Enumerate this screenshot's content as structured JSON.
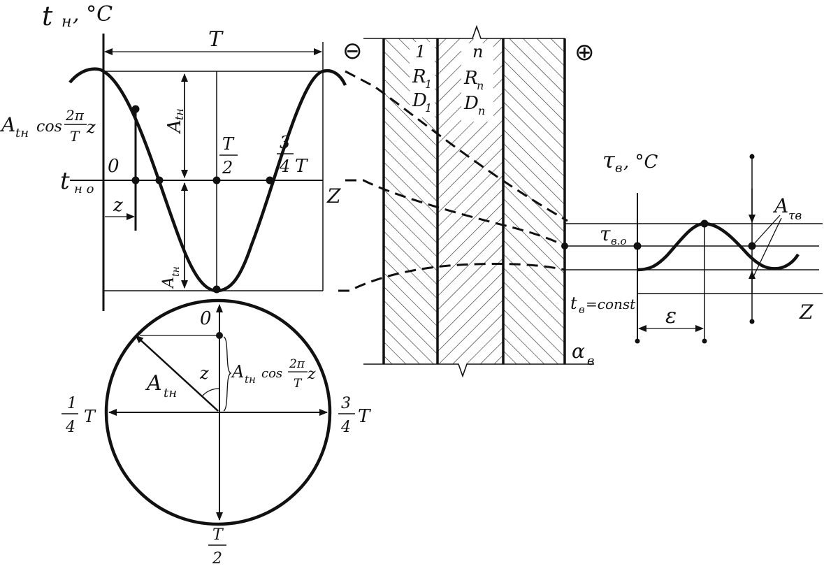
{
  "colors": {
    "ink": "#111111",
    "background": "#ffffff",
    "hatch": "#222222"
  },
  "left_plot": {
    "y_axis_label": "t",
    "y_axis_subscript": "н",
    "y_axis_unit": ", °C",
    "period_label": "T",
    "cos_expression_prefix": "A",
    "cos_expression_subscript": "tн",
    "cos_expression_func": "cos",
    "cos_fraction_num": "2π",
    "cos_fraction_den": "T",
    "cos_expression_var": "z",
    "amplitude_upper_label": "A",
    "amplitude_upper_subscript": "tн",
    "amplitude_lower_label": "A",
    "amplitude_lower_subscript": "tн",
    "origin_label": "0",
    "mean_label": "t",
    "mean_subscript": "н о",
    "half_period_num": "T",
    "half_period_den": "2",
    "three_quarter_num": "3",
    "three_quarter_den": "4",
    "three_quarter_suffix": "T",
    "shift_label": "z",
    "time_axis_label": "Z"
  },
  "circle": {
    "top_label": "0",
    "angle_label": "z",
    "radius_label": "A",
    "radius_subscript": "tн",
    "projection_prefix": "A",
    "projection_subscript": "tн",
    "projection_func": "cos",
    "projection_num": "2π",
    "projection_den": "T",
    "projection_var": "z",
    "left_num": "1",
    "left_den": "4",
    "left_suffix": "T",
    "right_num": "3",
    "right_den": "4",
    "right_suffix": "T",
    "bottom_num": "T",
    "bottom_den": "2"
  },
  "wall": {
    "minus_sign": "⊖",
    "plus_sign": "⊕",
    "layer1_index": "1",
    "layer1_resistance": "R",
    "layer1_resistance_sub": "1",
    "layer1_inertia": "D",
    "layer1_inertia_sub": "1",
    "layern_index": "n",
    "layern_resistance": "R",
    "layern_resistance_sub": "n",
    "layern_inertia": "D",
    "layern_inertia_sub": "n",
    "inner_temp_label": "t",
    "inner_temp_sub": "в",
    "inner_temp_suffix": "=const",
    "alpha_label": "α",
    "alpha_sub": "в"
  },
  "right_plot": {
    "y_axis_label": "τ",
    "y_axis_subscript": "в",
    "y_axis_unit": ", °C",
    "mean_label": "τ",
    "mean_subscript": "в.о",
    "amplitude_label": "A",
    "amplitude_subscript": "τв",
    "lag_label": "ε",
    "time_axis_label": "Z"
  }
}
